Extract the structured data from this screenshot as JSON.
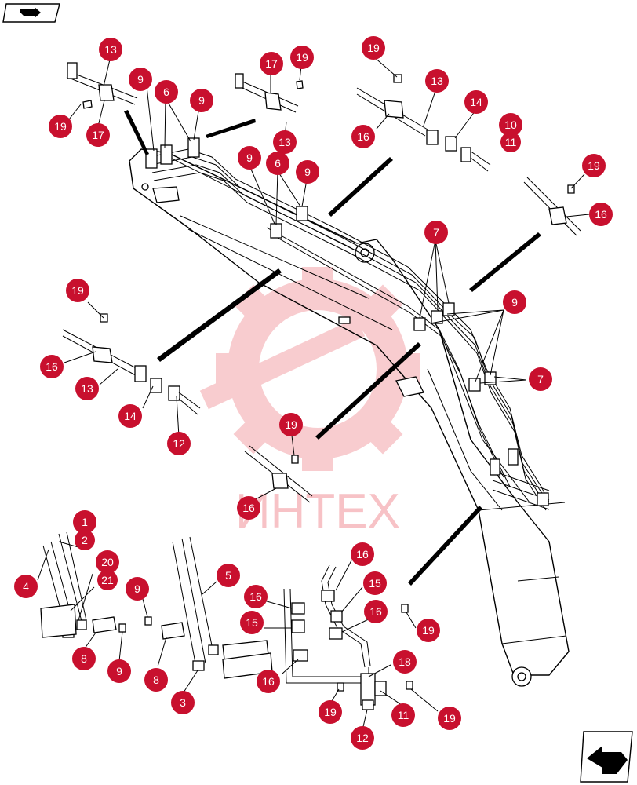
{
  "watermark": {
    "text": "ИНТЕХ",
    "color": "#f3a3a8"
  },
  "accent_color": "#c8102e",
  "icons": {
    "top_left": "next-page-arrow-icon",
    "bottom_right": "previous-page-arrow-icon"
  },
  "callouts": [
    {
      "label": "13"
    },
    {
      "label": "9"
    },
    {
      "label": "6"
    },
    {
      "label": "9"
    },
    {
      "label": "19"
    },
    {
      "label": "17"
    },
    {
      "label": "17"
    },
    {
      "label": "19"
    },
    {
      "label": "13"
    },
    {
      "label": "9"
    },
    {
      "label": "6"
    },
    {
      "label": "9"
    },
    {
      "label": "19"
    },
    {
      "label": "13"
    },
    {
      "label": "14"
    },
    {
      "label": "10"
    },
    {
      "label": "11"
    },
    {
      "label": "16"
    },
    {
      "label": "19"
    },
    {
      "label": "16"
    },
    {
      "label": "7"
    },
    {
      "label": "9"
    },
    {
      "label": "7"
    },
    {
      "label": "19"
    },
    {
      "label": "16"
    },
    {
      "label": "13"
    },
    {
      "label": "14"
    },
    {
      "label": "12"
    },
    {
      "label": "19"
    },
    {
      "label": "16"
    },
    {
      "label": "1"
    },
    {
      "label": "2"
    },
    {
      "label": "20"
    },
    {
      "label": "21"
    },
    {
      "label": "4"
    },
    {
      "label": "9"
    },
    {
      "label": "5"
    },
    {
      "label": "8"
    },
    {
      "label": "9"
    },
    {
      "label": "8"
    },
    {
      "label": "3"
    },
    {
      "label": "16"
    },
    {
      "label": "15"
    },
    {
      "label": "16"
    },
    {
      "label": "16"
    },
    {
      "label": "15"
    },
    {
      "label": "16"
    },
    {
      "label": "19"
    },
    {
      "label": "18"
    },
    {
      "label": "19"
    },
    {
      "label": "11"
    },
    {
      "label": "19"
    },
    {
      "label": "12"
    }
  ]
}
